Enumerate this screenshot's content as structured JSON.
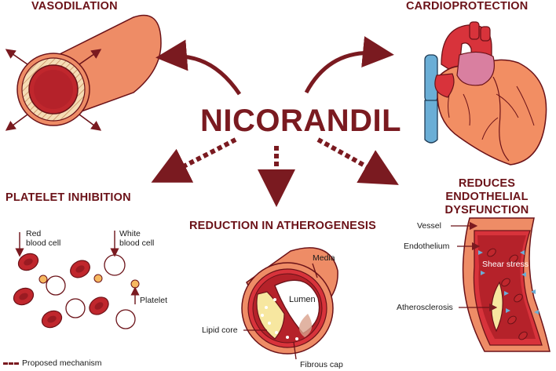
{
  "center": {
    "title": "NICORANDIL"
  },
  "effects": {
    "vasodilation": "VASODILATION",
    "cardioprotection": "CARDIOPROTECTION",
    "platelet": "PLATELET INHIBITION",
    "atherogenesis": "REDUCTION IN ATHEROGENESIS",
    "endothelial_line1": "REDUCES ENDOTHELIAL",
    "endothelial_line2": "DYSFUNCTION"
  },
  "platelet_labels": {
    "red_line1": "Red",
    "red_line2": "blood cell",
    "white_line1": "White",
    "white_line2": "blood cell",
    "platelet": "Platelet"
  },
  "artery_labels": {
    "media": "Media",
    "lumen": "Lumen",
    "lipid_core": "Lipid core",
    "fibrous_cap": "Fibrous cap"
  },
  "vessel_labels": {
    "vessel": "Vessel",
    "endothelium": "Endothelium",
    "shear_stress": "Shear stress",
    "atherosclerosis": "Atherosclerosis"
  },
  "legend": {
    "proposed": "Proposed mechanism"
  },
  "colors": {
    "dark_red": "#7a1a20",
    "blood_red": "#c0272d",
    "tissue_orange": "#ee8c66",
    "lipid_yellow": "#f7e7a0",
    "vein_blue": "#6aaed6"
  }
}
